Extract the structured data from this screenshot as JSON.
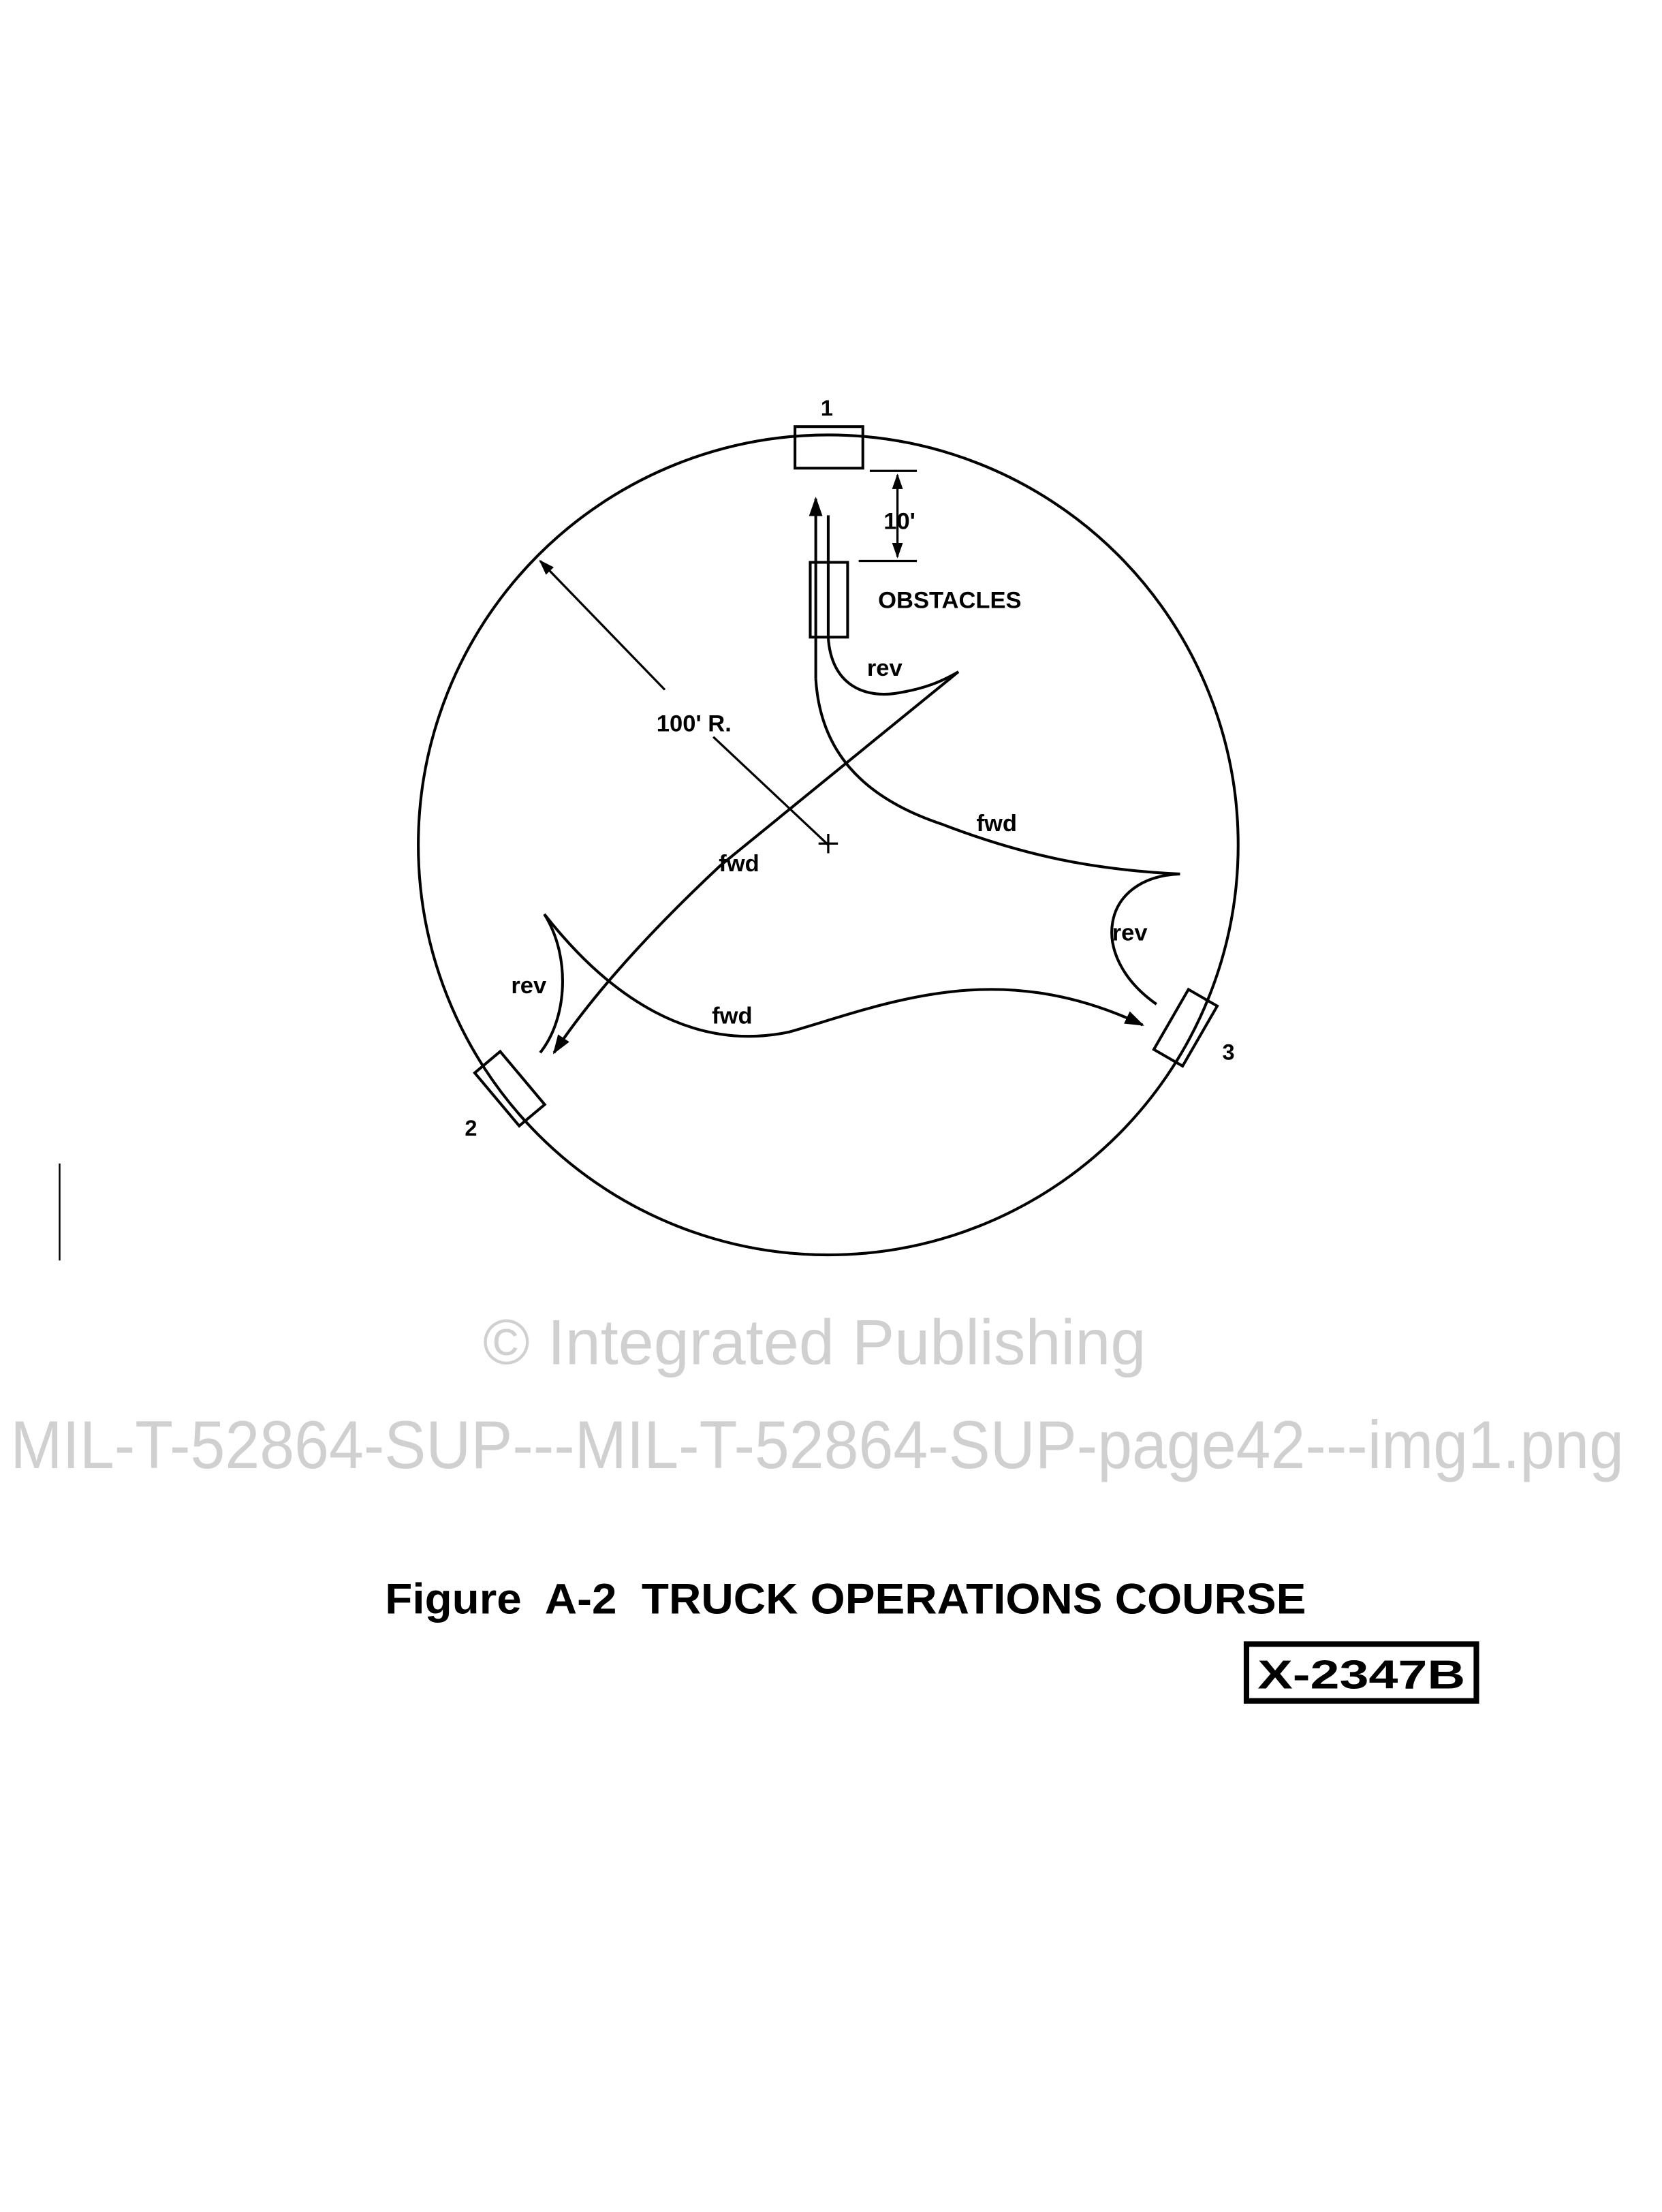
{
  "diagram": {
    "station_labels": [
      "1",
      "2",
      "3"
    ],
    "dimension_label": "10'",
    "obstacles_label": "OBSTACLES",
    "radius_label": "100' R.",
    "path_labels": {
      "rev_top": "rev",
      "fwd_right": "fwd",
      "fwd_center": "fwd",
      "rev_right": "rev",
      "rev_left": "rev",
      "fwd_bottom": "fwd"
    }
  },
  "caption": {
    "title": "Figure  A-2  TRUCK OPERATIONS COURSE",
    "code": "X-2347B"
  },
  "watermark": {
    "line1": "© Integrated Publishing",
    "line2": "MIL-T-52864-SUP---MIL-T-52864-SUP-page42---img1.png"
  }
}
